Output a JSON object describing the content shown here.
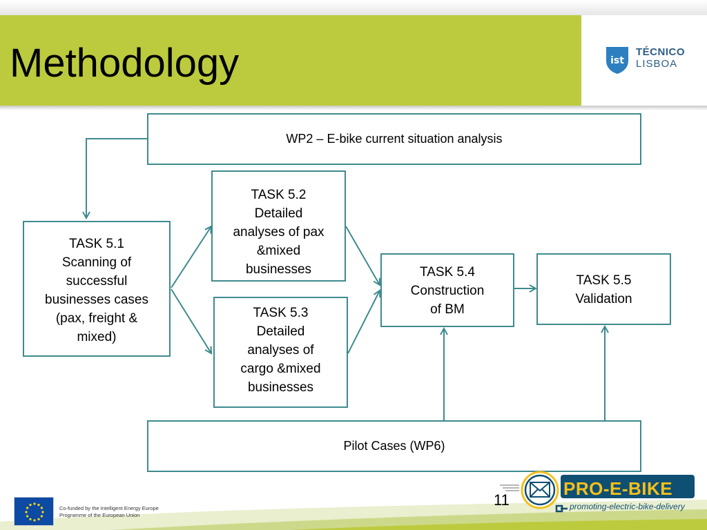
{
  "slide": {
    "title": "Methodology",
    "page_number": "11"
  },
  "logo": {
    "mark": "ist",
    "line1": "TÉCNICO",
    "line2": "LISBOA"
  },
  "diagram": {
    "wp2": "WP2 – E-bike current situation analysis",
    "task51": "TASK 5.1\nScanning of\nsuccessful\nbusinesses cases\n(pax, freight &\nmixed)",
    "task52": "TASK 5.2\nDetailed\nanalyses of pax\n&mixed\nbusinesses",
    "task53": "TASK 5.3\nDetailed\nanalyses of\ncargo &mixed\nbusinesses",
    "task54": "TASK 5.4\nConstruction\nof BM",
    "task55": "TASK 5.5\nValidation",
    "pilot": "Pilot Cases (WP6)",
    "colors": {
      "box_border": "#3e8a8e",
      "arrow": "#3e8a8e"
    }
  },
  "footer": {
    "eu_text": "Co-funded by the Intelligent Energy Europe Programme of the European Union",
    "brand_name": "PRO-E-BIKE",
    "brand_tagline": "promoting-electric-bike-delivery",
    "colors": {
      "brand_name": "#f4c01a",
      "tagline": "#0f4f73",
      "band_green": "#bccb3e"
    }
  },
  "colors": {
    "header_band": "#bccb3e",
    "logo_text": "#2d5e86"
  }
}
